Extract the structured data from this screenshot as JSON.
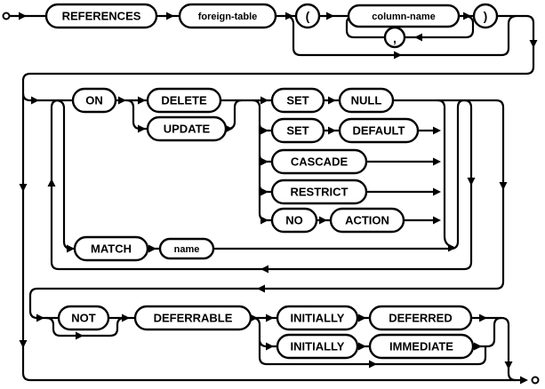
{
  "colors": {
    "line": "#000000",
    "background": "#ffffff",
    "text": "#000000"
  },
  "nodes": {
    "references": "REFERENCES",
    "foreign_table": "foreign-table",
    "open_paren": "(",
    "column_name": "column-name",
    "comma": ",",
    "close_paren": ")",
    "on": "ON",
    "delete": "DELETE",
    "update": "UPDATE",
    "set_a": "SET",
    "null": "NULL",
    "set_b": "SET",
    "default": "DEFAULT",
    "cascade": "CASCADE",
    "restrict": "RESTRICT",
    "no": "NO",
    "action": "ACTION",
    "match": "MATCH",
    "name": "name",
    "not": "NOT",
    "deferrable": "DEFERRABLE",
    "initially_a": "INITIALLY",
    "deferred": "DEFERRED",
    "initially_b": "INITIALLY",
    "immediate": "IMMEDIATE"
  }
}
